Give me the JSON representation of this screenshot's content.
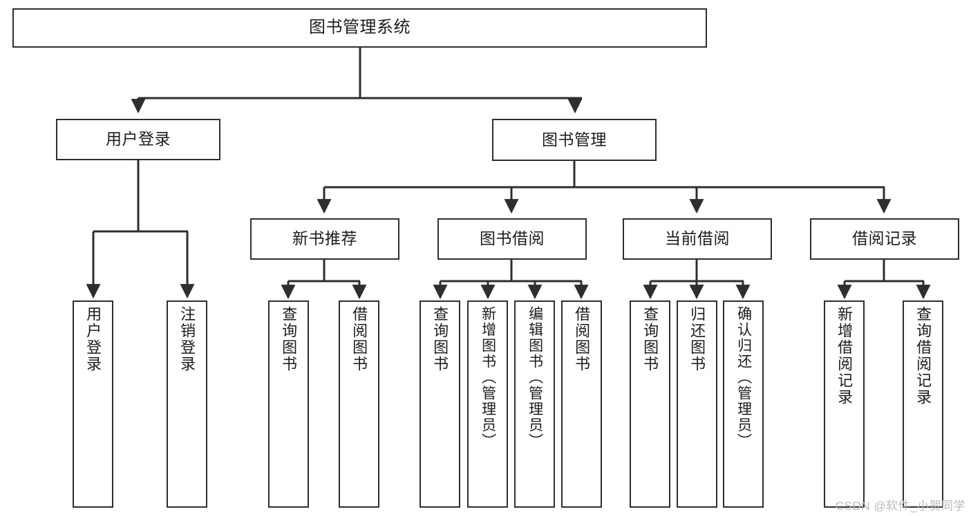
{
  "diagram": {
    "title": "图书管理系统",
    "type": "tree",
    "colors": {
      "stroke": "#2e2e2e",
      "fill": "#ffffff",
      "text": "#1c1c1c",
      "watermark": "#b9b9b9"
    },
    "nodes": {
      "root": {
        "label": "图书管理系统"
      },
      "level2": [
        {
          "id": "user-login",
          "label": "用户登录"
        },
        {
          "id": "book-manage",
          "label": "图书管理"
        }
      ],
      "level3": [
        {
          "id": "new-book-recommend",
          "label": "新书推荐"
        },
        {
          "id": "book-borrow",
          "label": "图书借阅"
        },
        {
          "id": "current-borrow",
          "label": "当前借阅"
        },
        {
          "id": "borrow-record",
          "label": "借阅记录"
        }
      ],
      "leaves": {
        "user_login": [
          {
            "id": "leaf-user-login",
            "label": "用户登录"
          },
          {
            "id": "leaf-logout",
            "label": "注销登录"
          }
        ],
        "new_book_recommend": [
          {
            "id": "leaf-query-book-1",
            "label": "查询图书"
          },
          {
            "id": "leaf-borrow-book-1",
            "label": "借阅图书"
          }
        ],
        "book_borrow": [
          {
            "id": "leaf-query-book-2",
            "label": "查询图书"
          },
          {
            "id": "leaf-add-book",
            "label": "新增图书（管理员）"
          },
          {
            "id": "leaf-edit-book",
            "label": "编辑图书（管理员）"
          },
          {
            "id": "leaf-borrow-book-2",
            "label": "借阅图书"
          }
        ],
        "current_borrow": [
          {
            "id": "leaf-query-book-3",
            "label": "查询图书"
          },
          {
            "id": "leaf-return-book",
            "label": "归还图书"
          },
          {
            "id": "leaf-confirm-return",
            "label": "确认归还（管理员）"
          }
        ],
        "borrow_record": [
          {
            "id": "leaf-add-record",
            "label": "新增借阅记录"
          },
          {
            "id": "leaf-query-record",
            "label": "查询借阅记录"
          }
        ]
      }
    },
    "watermark": "CSDN @软件_小贺同学"
  }
}
